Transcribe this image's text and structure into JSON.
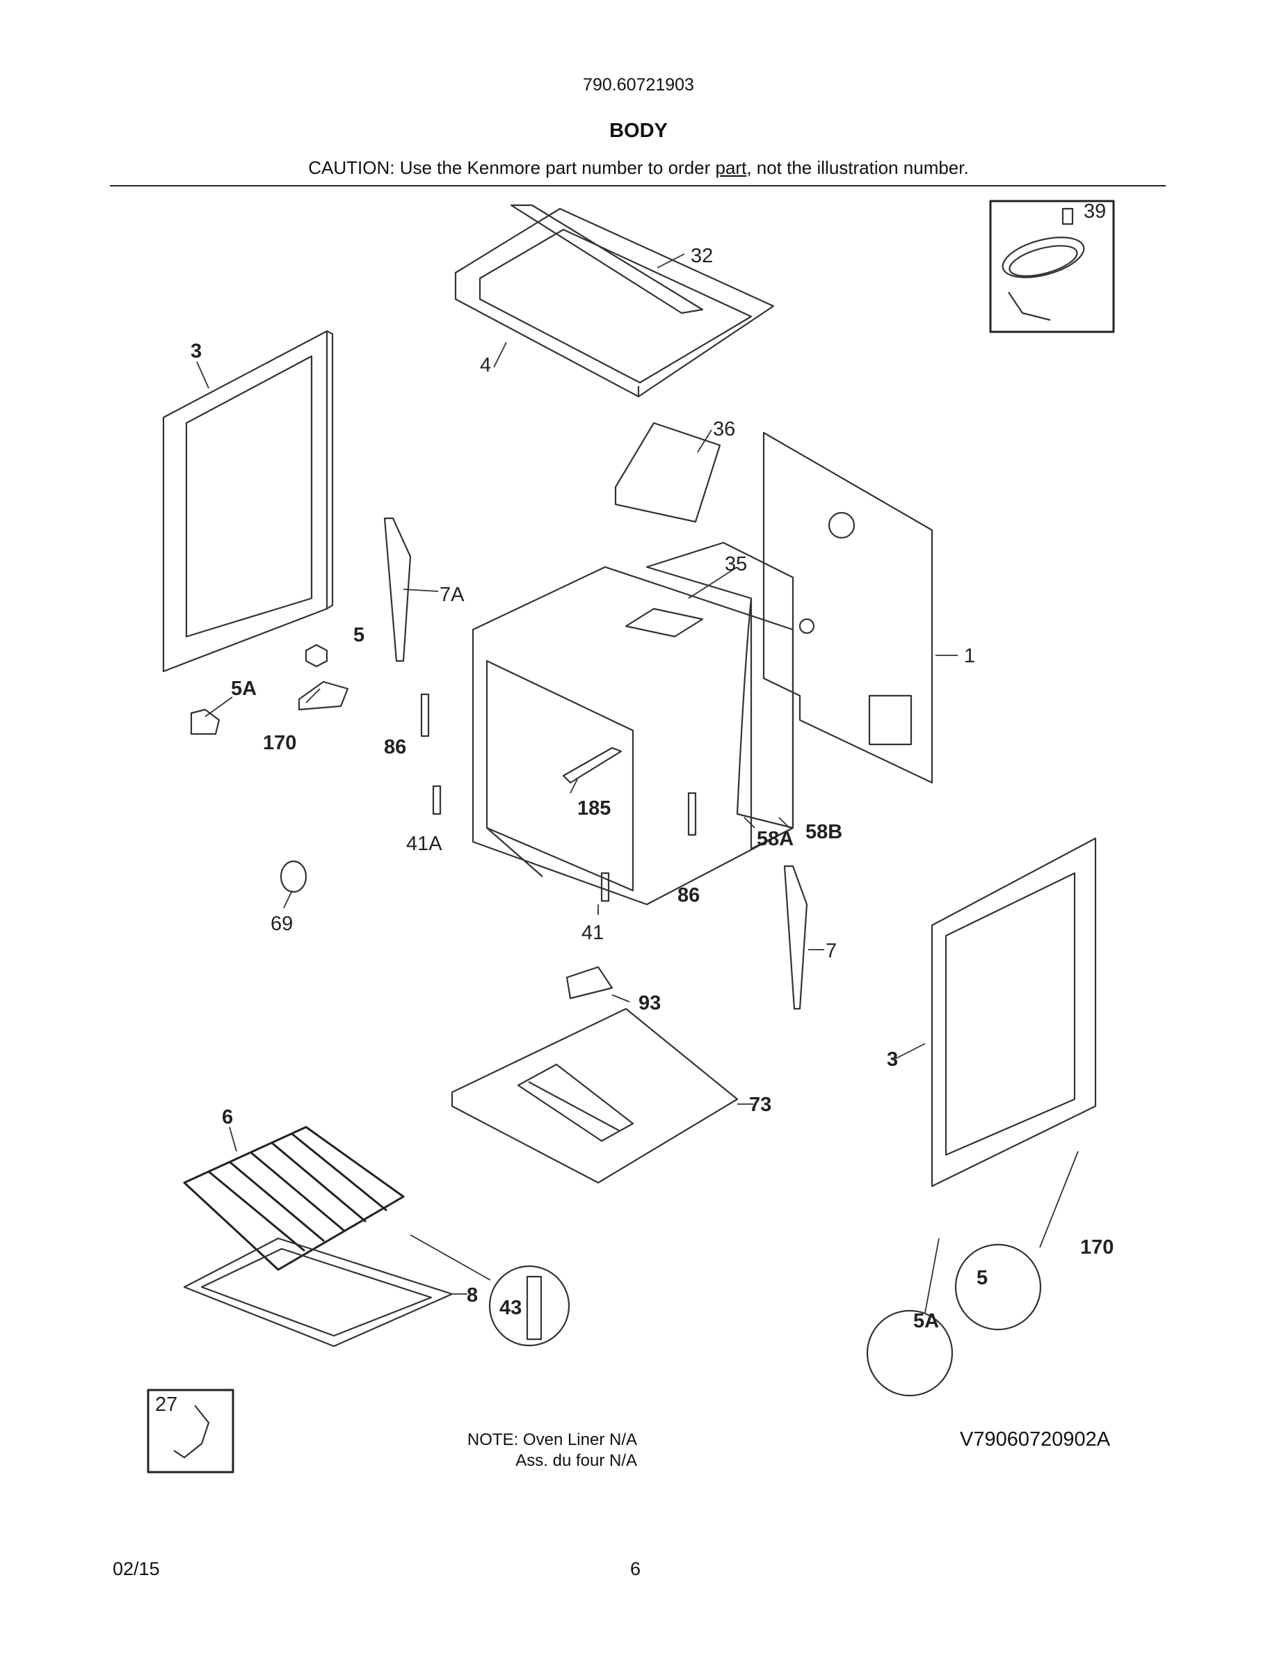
{
  "header": {
    "model_number": "790.60721903",
    "section_title": "BODY",
    "caution_before": "CAUTION: Use the Kenmore part number to order ",
    "caution_link": "part",
    "caution_after": ", not the illustration number."
  },
  "diagram": {
    "callouts": {
      "c1": "1",
      "c3a": "3",
      "c3b": "3",
      "c4": "4",
      "c5a": "5",
      "c5b": "5",
      "c5Aa": "5A",
      "c5Ab": "5A",
      "c6": "6",
      "c7": "7",
      "c7A": "7A",
      "c8": "8",
      "c27": "27",
      "c32": "32",
      "c35": "35",
      "c36": "36",
      "c39": "39",
      "c41": "41",
      "c41A": "41A",
      "c43": "43",
      "c58A": "58A",
      "c58B": "58B",
      "c69": "69",
      "c73": "73",
      "c86a": "86",
      "c86b": "86",
      "c93": "93",
      "c170a": "170",
      "c170b": "170",
      "c185": "185"
    }
  },
  "footer": {
    "note_line1": "NOTE: Oven Liner N/A",
    "note_line2": "Ass. du four N/A",
    "diagram_ref": "V79060720902A",
    "date": "02/15",
    "page_number": "6"
  }
}
